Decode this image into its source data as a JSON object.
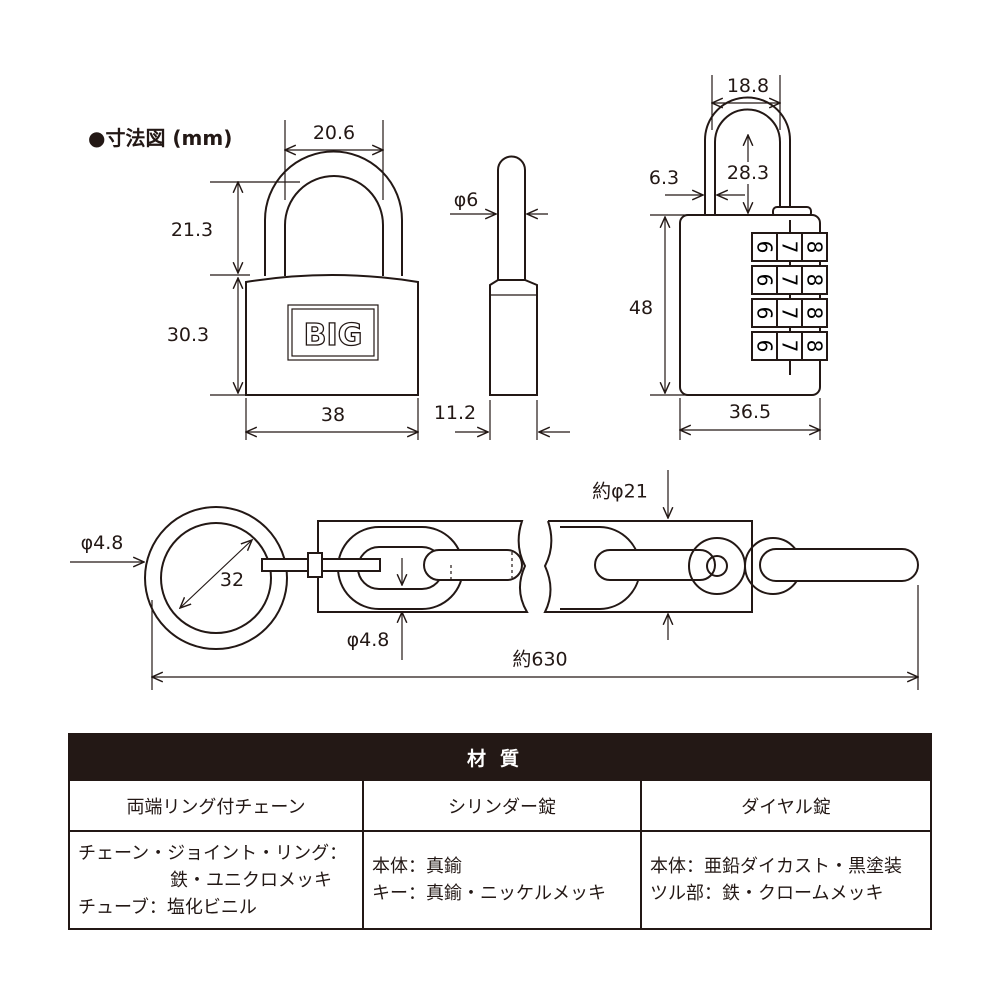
{
  "title": "●寸法図 (mm)",
  "dimensions": {
    "padlock_shackle_width": "20.6",
    "padlock_shackle_height": "21.3",
    "padlock_body_height": "30.3",
    "padlock_body_width": "38",
    "padlock_shackle_dia": "φ6",
    "padlock_thickness": "11.2",
    "padlock_logo": "BIG",
    "dial_shackle_width": "18.8",
    "dial_shackle_offset": "6.3",
    "dial_shackle_height": "28.3",
    "dial_body_height": "48",
    "dial_body_width": "36.5",
    "dial_digits": [
      "6",
      "7",
      "8"
    ],
    "ring_wire_dia": "φ4.8",
    "ring_inner_dia": "32",
    "tube_dia": "約φ21",
    "chain_wire_dia": "φ4.8",
    "total_length": "約630"
  },
  "materials": {
    "header": "材質",
    "columns": [
      "両端リング付チェーン",
      "シリンダー錠",
      "ダイヤル錠"
    ],
    "cells": [
      [
        "チェーン・ジョイント・リング：",
        "鉄・ユニクロメッキ",
        "チューブ：塩化ビニル"
      ],
      [
        "本体：真鍮",
        "キー：真鍮・ニッケルメッキ"
      ],
      [
        "本体：亜鉛ダイカスト・黒塗装",
        "ツル部：鉄・クロームメッキ"
      ]
    ]
  }
}
